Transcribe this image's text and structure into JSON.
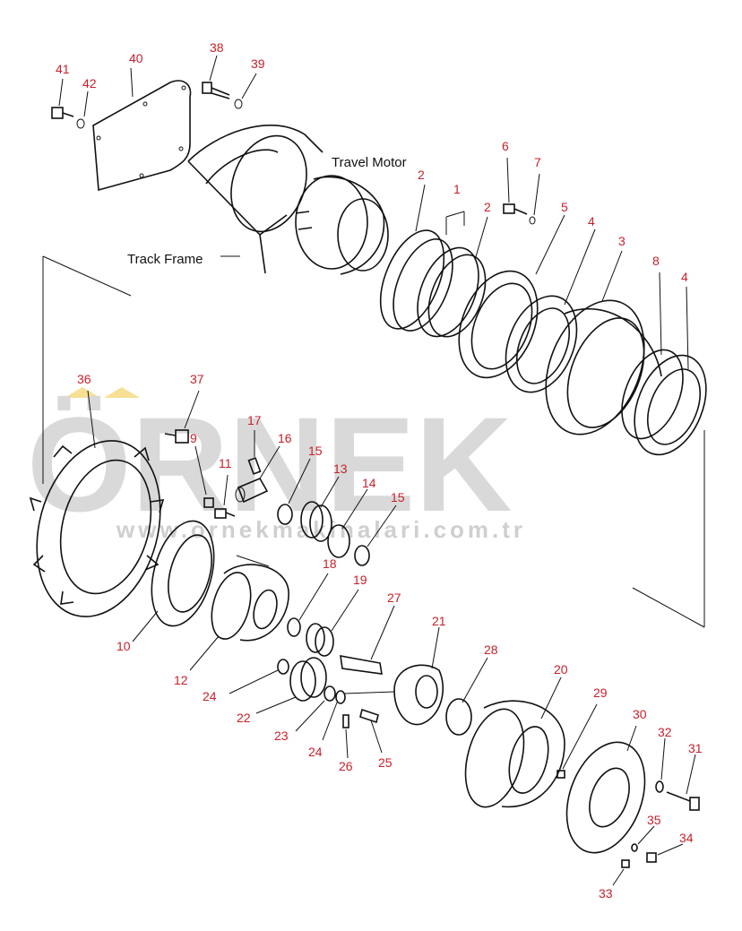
{
  "watermark": {
    "brand": "ÖRNEK",
    "url": "www.ornekmakinalari.com.tr",
    "color": "#d9d9d9",
    "accent_color": "#f2c94c"
  },
  "labels": {
    "travel_motor": "Travel Motor",
    "track_frame": "Track Frame"
  },
  "callout_color": "#c8202a",
  "callouts": [
    "1",
    "2",
    "2",
    "3",
    "4",
    "4",
    "5",
    "6",
    "7",
    "8",
    "9",
    "10",
    "11",
    "12",
    "13",
    "14",
    "15",
    "15",
    "16",
    "17",
    "18",
    "19",
    "20",
    "21",
    "22",
    "23",
    "24",
    "24",
    "25",
    "26",
    "27",
    "28",
    "29",
    "30",
    "31",
    "32",
    "33",
    "34",
    "35",
    "36",
    "37",
    "38",
    "39",
    "40",
    "41",
    "42"
  ]
}
